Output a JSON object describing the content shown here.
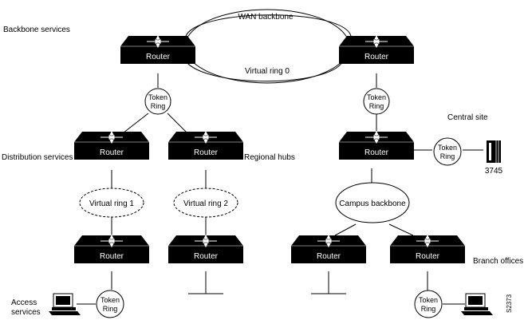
{
  "labels": {
    "backbone_services": "Backbone services",
    "wan_backbone": "WAN backbone",
    "virtual_ring_0": "Virtual ring 0",
    "central_site": "Central site",
    "distribution_services": "Distribution services",
    "regional_hubs": "Regional hubs",
    "branch_offices": "Branch offices",
    "access_services_1": "Access",
    "access_services_2": "services",
    "campus_backbone": "Campus backbone",
    "virtual_ring_1": "Virtual ring 1",
    "virtual_ring_2": "Virtual ring 2",
    "fep": "3745",
    "figure_id": "S2373"
  },
  "router_label": "Router",
  "token_ring_line1": "Token",
  "token_ring_line2": "Ring",
  "icons": {
    "router": "router-icon",
    "token_ring": "token-ring-icon",
    "workstation": "workstation-icon",
    "fep": "mainframe-fep-icon"
  },
  "colors": {
    "router_fill": "#000000",
    "router_text": "#ffffff",
    "line": "#000000",
    "background": "#ffffff"
  }
}
